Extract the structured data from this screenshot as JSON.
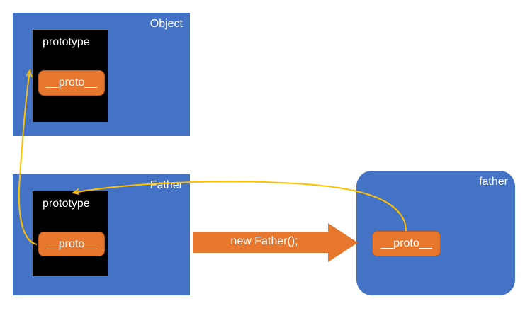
{
  "diagram": {
    "title": "JavaScript prototype chain diagram",
    "colors": {
      "container_blue": "#4472C4",
      "prototype_black": "#000000",
      "pill_orange": "#E8772E",
      "pill_border": "#C05A16",
      "link_yellow": "#FFC000",
      "label_white": "#FFFFFF",
      "background": "#FFFFFF"
    },
    "nodes": {
      "object": {
        "label": "Object",
        "prototype_title": "prototype",
        "proto_pill": "__proto__"
      },
      "father": {
        "label": "Father",
        "prototype_title": "prototype",
        "proto_pill": "__proto__"
      },
      "instance": {
        "label": "father",
        "proto_pill": "__proto__"
      }
    },
    "arrow": {
      "label": "new Father();"
    },
    "links": [
      {
        "name": "father-proto-to-father-prototype",
        "from": "father.__proto__",
        "to": "Father.prototype"
      },
      {
        "name": "father-prototype-proto-to-object-prototype",
        "from": "Father.prototype.__proto__",
        "to": "Object.prototype"
      }
    ]
  }
}
